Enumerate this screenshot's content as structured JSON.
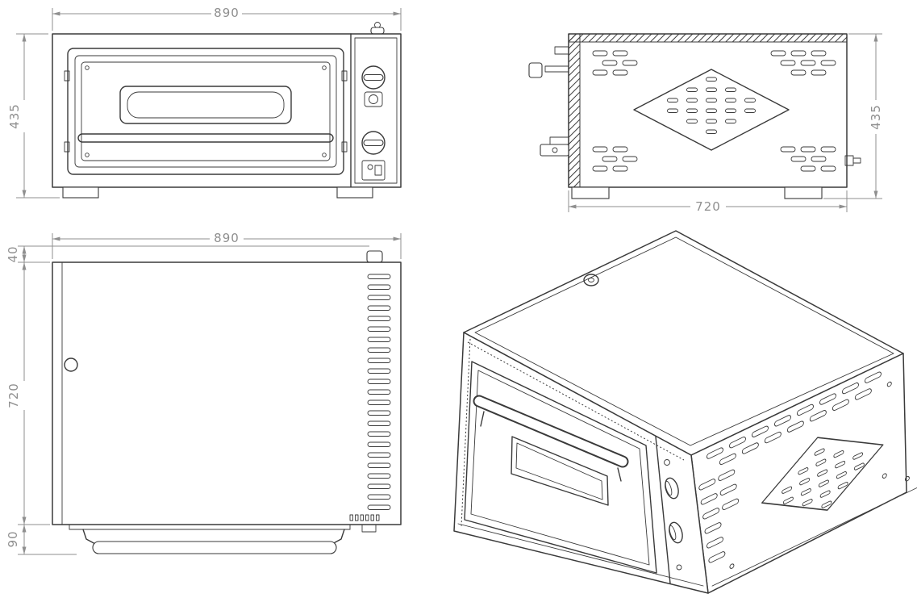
{
  "colors": {
    "line": "#3a3a3a",
    "dim": "#8f8f8f",
    "bg": "#ffffff"
  },
  "views": {
    "front": {
      "dim_width": "890",
      "dim_height": "435"
    },
    "side": {
      "dim_height": "435",
      "dim_depth": "720"
    },
    "top": {
      "dim_width": "890",
      "dim_offset": "40",
      "dim_depth": "720",
      "dim_handle": "90"
    },
    "iso": {}
  }
}
